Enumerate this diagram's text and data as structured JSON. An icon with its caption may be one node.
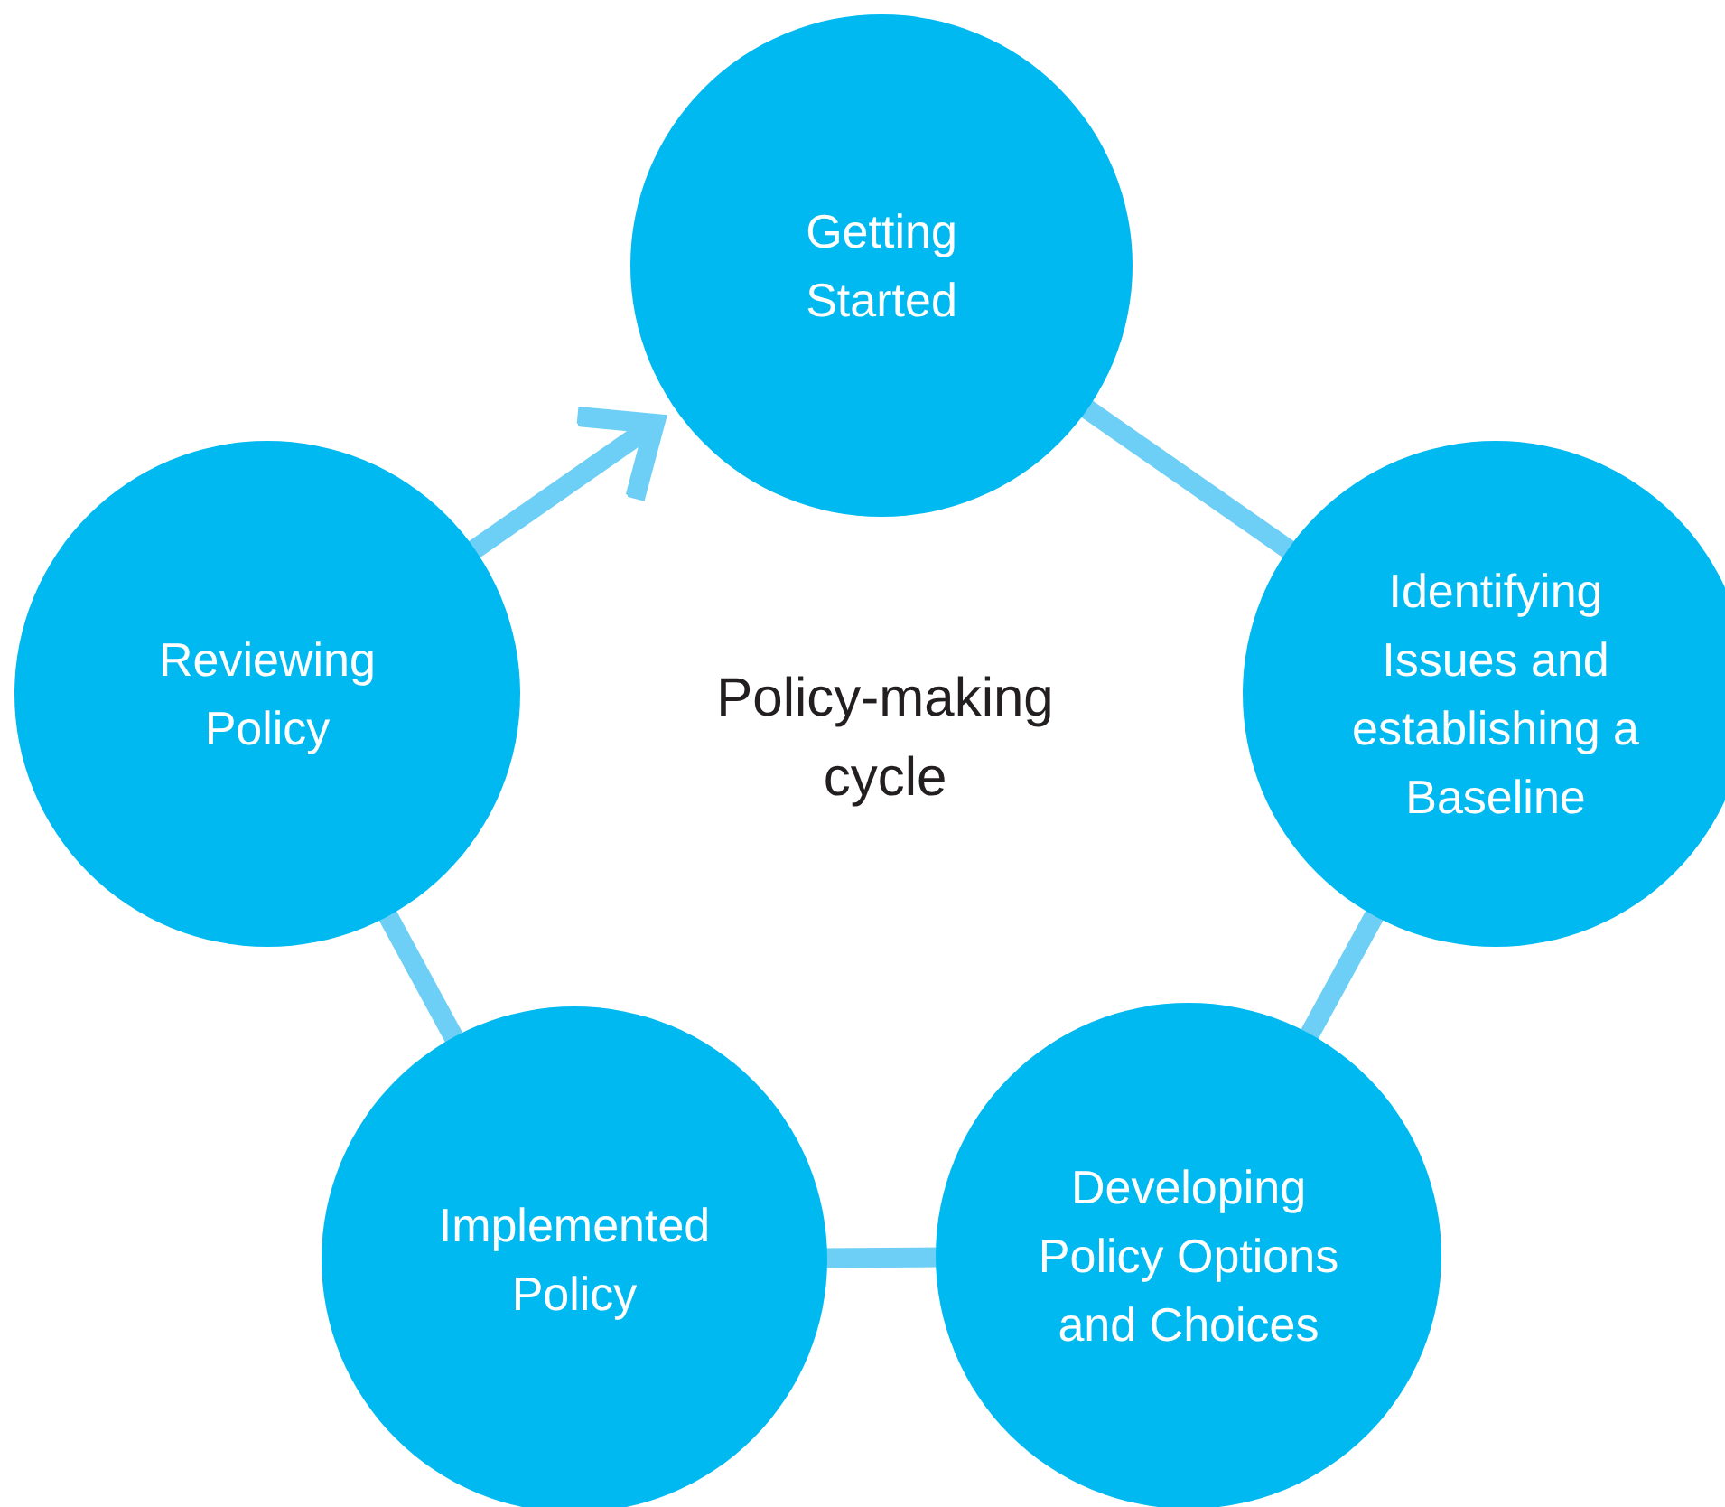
{
  "diagram": {
    "nodes": [
      {
        "text": [
          "Getting Started"
        ]
      },
      {
        "text": [
          "Identifying Issues and establishing a Baseline"
        ]
      },
      {
        "text": [
          "Developing Policy Options and Choices"
        ]
      },
      {
        "text": [
          "Implemented Policy"
        ]
      },
      {
        "text": [
          "Reviewing Policy"
        ]
      }
    ],
    "edges": [
      {
        "from": 0,
        "to": 1,
        "arrow": "none"
      },
      {
        "from": 1,
        "to": 2,
        "arrow": "none"
      },
      {
        "from": 2,
        "to": 3,
        "arrow": "none"
      },
      {
        "from": 3,
        "to": 4,
        "arrow": "none"
      },
      {
        "from": 4,
        "to": 0,
        "arrow": "to"
      }
    ],
    "labels": [
      "Policy-making cycle"
    ]
  }
}
